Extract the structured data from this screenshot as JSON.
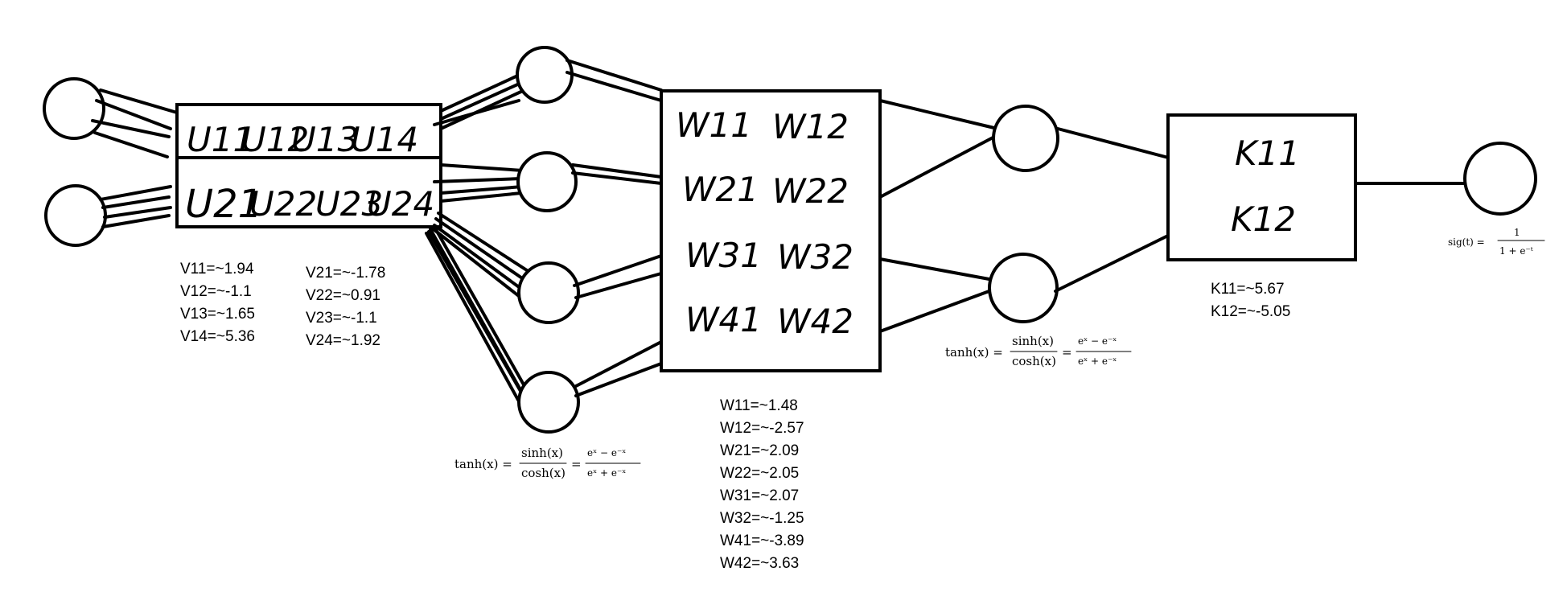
{
  "u_box": {
    "row1": [
      "U11",
      "U12",
      "U13",
      "U14"
    ],
    "row2": [
      "U21",
      "U22",
      "U23",
      "U24"
    ]
  },
  "w_box": {
    "rows": [
      [
        "W11",
        "W12"
      ],
      [
        "W21",
        "W22"
      ],
      [
        "W31",
        "W32"
      ],
      [
        "W41",
        "W42"
      ]
    ]
  },
  "k_box": {
    "rows": [
      "K11",
      "K12"
    ]
  },
  "v_values": {
    "col1": [
      "V11=~1.94",
      "V12=~-1.1",
      "V13=~1.65",
      "V14=~5.36"
    ],
    "col2": [
      "V21=~-1.78",
      "V22=~0.91",
      "V23=~-1.1",
      "V24=~1.92"
    ]
  },
  "w_values": [
    "W11=~1.48",
    "W12=~-2.57",
    "W21=~2.09",
    "W22=~2.05",
    "W31=~2.07",
    "W32=~-1.25",
    "W41=~-3.89",
    "W42=~3.63"
  ],
  "k_values": [
    "K11=~5.67",
    "K12=~-5.05"
  ],
  "formulas": {
    "tanh_lhs": "tanh(x) =",
    "tanh_num1": "sinh(x)",
    "tanh_den1": "cosh(x)",
    "tanh_eq": "=",
    "tanh_num2": "eˣ − e⁻ˣ",
    "tanh_den2": "eˣ + e⁻ˣ",
    "sig_lhs": "sig(t) =",
    "sig_num": "1",
    "sig_den": "1 + e⁻ᵗ"
  }
}
